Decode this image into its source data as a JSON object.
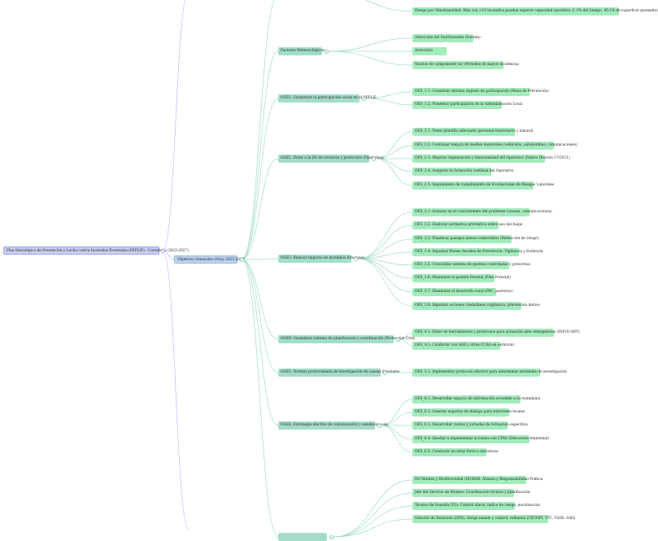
{
  "colors": {
    "root": "#c8cff5",
    "objectives": "#bcd3ef",
    "group": "#a3dccb",
    "leaf": "#a2ebbb",
    "link_green": "#9fdcc4",
    "link_blue": "#b7bff2"
  },
  "root": {
    "label": "Plan Estratégico de Prevención y Lucha contra Incendios Forestales (PEPLIF) - Cantabria (2023-2027)"
  },
  "objectives": {
    "label": "Objetivos Generales (OGs) 2023-2027"
  },
  "groups": [
    {
      "id": "top",
      "label": "",
      "items": [
        {
          "label": ""
        },
        {
          "label": "Riesgo por Simultaneidad: Más con >10 incendios puedan superar capacidad operativa (1.2% del tiempo, 45.1% de superficie quemada)"
        }
      ]
    },
    {
      "id": "met",
      "label": "Factores Meteorológicos",
      "items": [
        {
          "label": "Advección del Sur/Suroeste (Surada)"
        },
        {
          "label": "Anticiclón"
        },
        {
          "label": "Vientos de componente sur (Periodos de mayor incidencia)"
        }
      ]
    },
    {
      "id": "og1",
      "label": "OGE1. Garantizar la participación social en el PEPLIF",
      "items": [
        {
          "label": "OES_1.1: Constituir sistema reglado de participación (Mesa de Prevención)"
        },
        {
          "label": "OES_1.2: Fomentar participación de la Administración Local"
        }
      ]
    },
    {
      "id": "og2",
      "label": "OGE2. Dotar a la DG de recursos y protocolos (Operativo)",
      "items": [
        {
          "label": "OES_2.1: Tener plantilla adecuada (personal funcionario y laboral)"
        },
        {
          "label": "OES_2.2: Continuar mejora de medios materiales (vehículos, autobombas, comunicaciones)"
        },
        {
          "label": "OES_2.3: Mejorar organización y funcionalidad del Operativo (Nuevo Decreto 17/2011)"
        },
        {
          "label": "OES_2.4: Asegurar la formación continua del Operativo"
        },
        {
          "label": "OES_2.5: Seguimiento de cumplimiento de Evaluaciones de Riesgos Laborales"
        }
      ]
    },
    {
      "id": "og3",
      "label": "OGE3. Reducir impacto de incendios forestales",
      "items": [
        {
          "label": "OES_3.1: Avanzar en el conocimiento del problema (causas, comunicaciones)"
        },
        {
          "label": "OES_3.2: Elaborar normativa preventiva sobre uso del fuego"
        },
        {
          "label": "OES_3.3: Planificar paisajes menos vulnerables (Reducción de riesgo)"
        },
        {
          "label": "OES_3.4: Impulsar Planes Anuales de Prevención, Vigilancia y Extinción"
        },
        {
          "label": "OES_3.5: Consolidar sistema de quemas controladas y prescritas"
        },
        {
          "label": "OES_3.6: Dinamizar la gestión forestal (Plan Forestal)"
        },
        {
          "label": "OES_3.7: Dinamizar el desarrollo rural (PAC, pastoreo)"
        },
        {
          "label": "OES_3.8: Impulsar acciones ciudadanas (vigilancia, prevención debre)"
        }
      ]
    },
    {
      "id": "og4",
      "label": "OGE4. Garantizar sistema de planificación y coordinación (Protección Civil)",
      "items": [
        {
          "label": "OES_4.1: Dotar de herramientas y protocolos para actuación ante emergencias (INFOCANT)"
        },
        {
          "label": "OES_4.2: Colaborar con AGE y otras CCAA en extinción"
        }
      ]
    },
    {
      "id": "og5",
      "label": "OGE5. Normas protocolizada de investigación de causas forestales",
      "items": [
        {
          "label": "OES_5.1: Implementar protocolo efectivo para determinar entidades de investigación"
        }
      ]
    },
    {
      "id": "og6",
      "label": "OGE6. Estrategia efectiva de comunicación y sensibilización",
      "items": [
        {
          "label": "OES_6.1: Desarrollar espacio de información accesible a la ciudadanía"
        },
        {
          "label": "OES_6.2: Generar espacios de diálogo para soluciones locales"
        },
        {
          "label": "OES_6.3: Desarrollar cursos y jornadas de formación específica"
        },
        {
          "label": "OES_6.4: Diseñar e implementar acciones con CPAS (Educación Ambiental)"
        },
        {
          "label": "OES_6.5: Colaborar en otros foros e iniciativas"
        }
      ]
    },
    {
      "id": "org",
      "label": "",
      "items": [
        {
          "label": "DG Montes y Biodiversidad (DGMAB: Alianza y Responsabilidad Política"
        },
        {
          "label": "Jefe del Servicio de Montes: Coordinación técnica y planificación"
        },
        {
          "label": "Técnico de Guardia (TG): Control diario, índice de riesgo, movilización"
        },
        {
          "label": "Director de Extinción (DEX): Dirige mando y control, reflexión (CECOPI, TTC, TASD, SAD)"
        }
      ]
    }
  ]
}
